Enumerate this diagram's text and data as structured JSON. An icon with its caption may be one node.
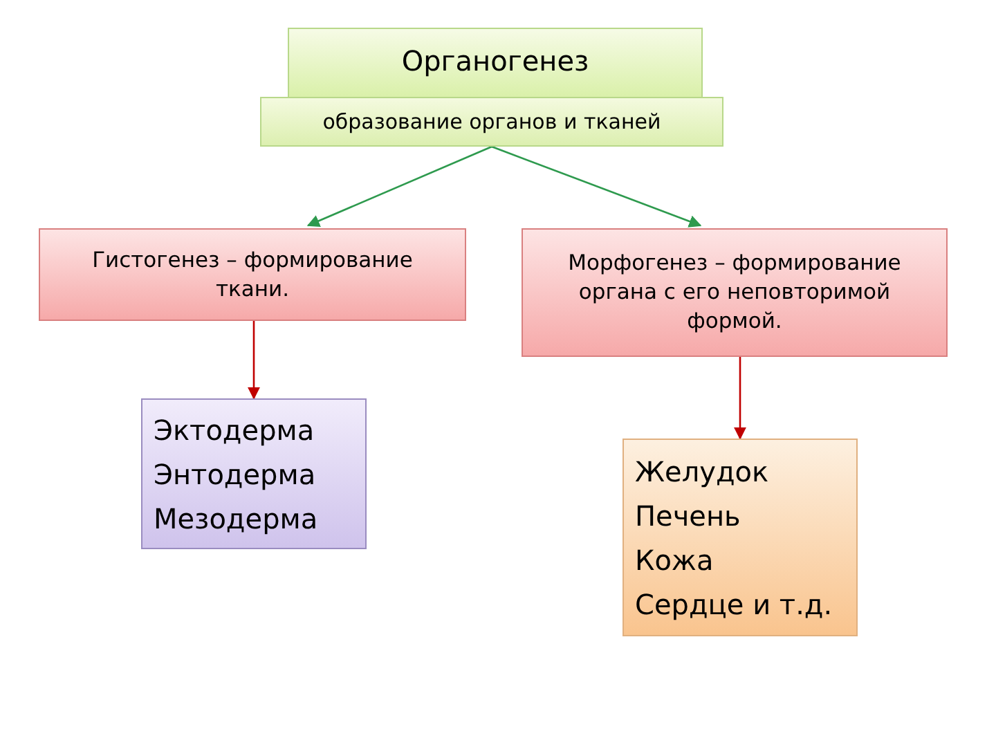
{
  "diagram": {
    "nodes": [
      {
        "text": [
          "Органогенез"
        ]
      },
      {
        "text": [
          "образование органов и тканей"
        ]
      },
      {
        "text": [
          "Гистогенез – формирование ткани."
        ]
      },
      {
        "text": [
          "Морфогенез – формирование органа с его неповторимой формой."
        ]
      },
      {
        "text": [
          "Эктодерма",
          "Энтодерма",
          "Мезодерма"
        ]
      },
      {
        "text": [
          "Желудок",
          "Печень",
          "Кожа",
          "Сердце и т.д."
        ]
      }
    ],
    "edges": [
      {
        "from": 1,
        "to": 2,
        "arrow": "to",
        "color": "#2e9a4e"
      },
      {
        "from": 1,
        "to": 3,
        "arrow": "to",
        "color": "#2e9a4e"
      },
      {
        "from": 2,
        "to": 4,
        "arrow": "to",
        "color": "#c00000"
      },
      {
        "from": 3,
        "to": 5,
        "arrow": "to",
        "color": "#c00000"
      }
    ]
  }
}
